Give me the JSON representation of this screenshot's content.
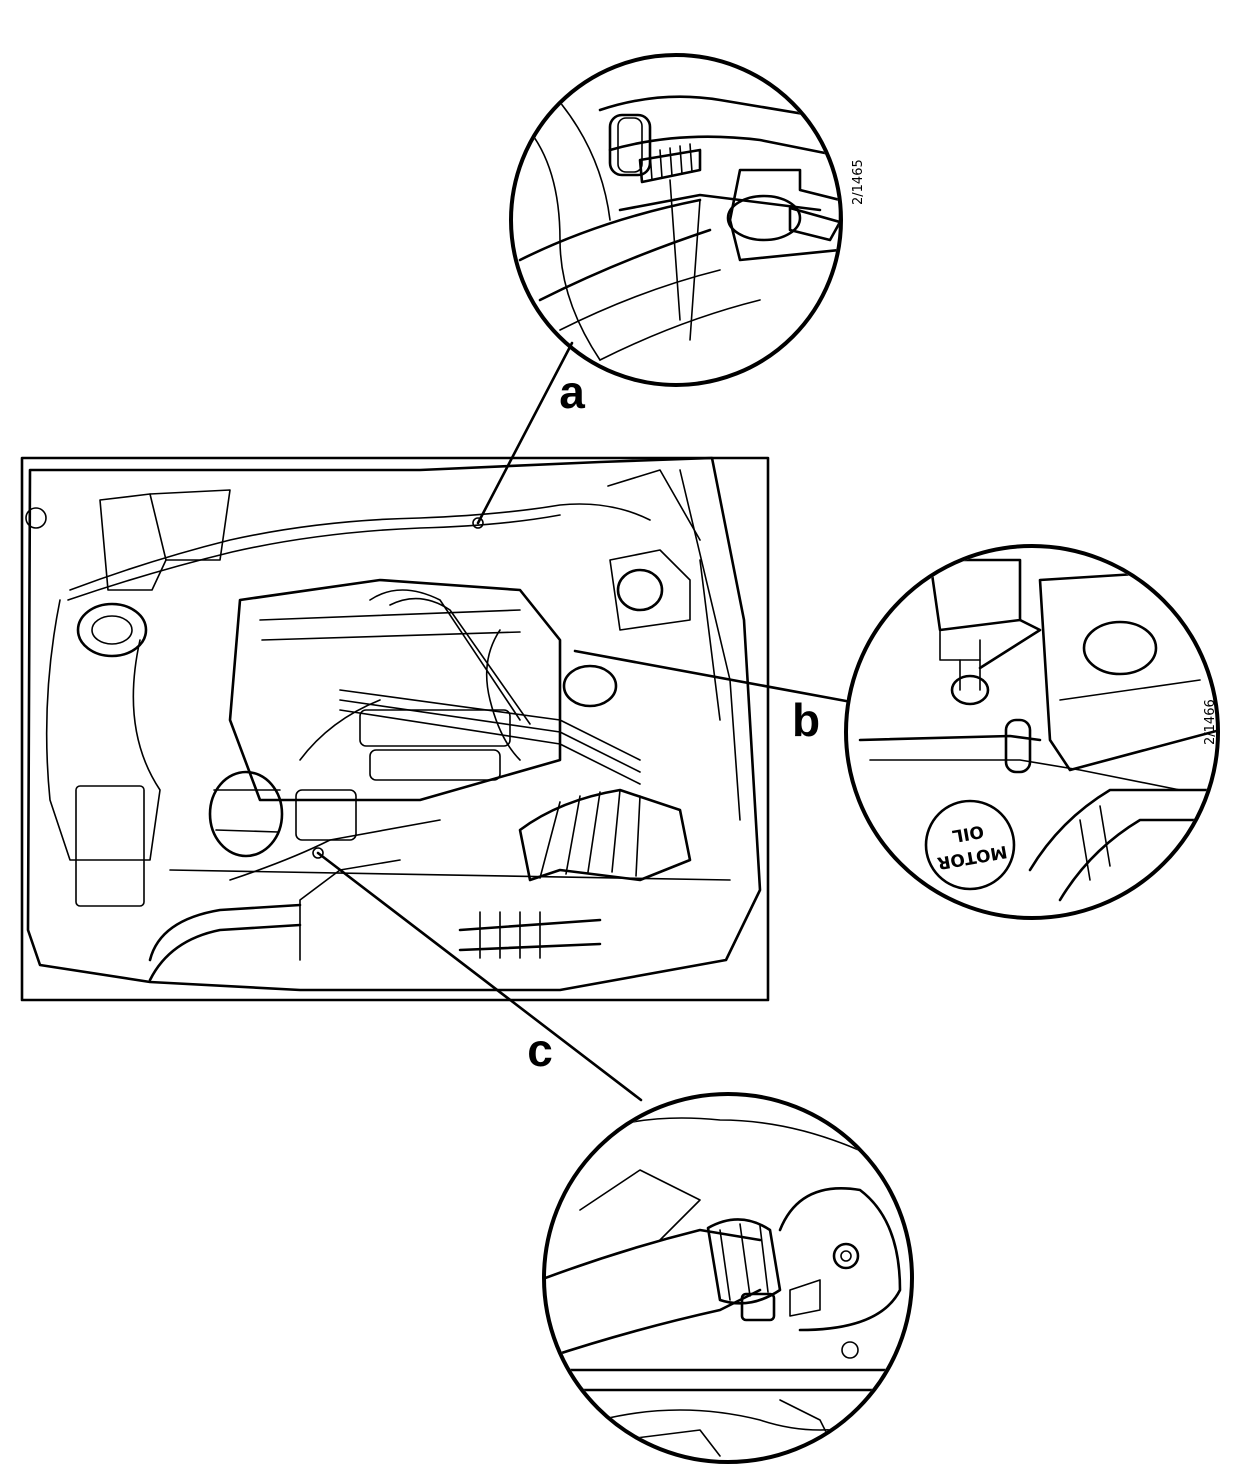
{
  "figure": {
    "callouts": [
      {
        "id": "a",
        "label": "a",
        "ref": "2/1465"
      },
      {
        "id": "b",
        "label": "b",
        "ref": "2/1466"
      },
      {
        "id": "c",
        "label": "c"
      }
    ],
    "cap_text_line1": "MOTOR",
    "cap_text_line2": "OIL"
  }
}
